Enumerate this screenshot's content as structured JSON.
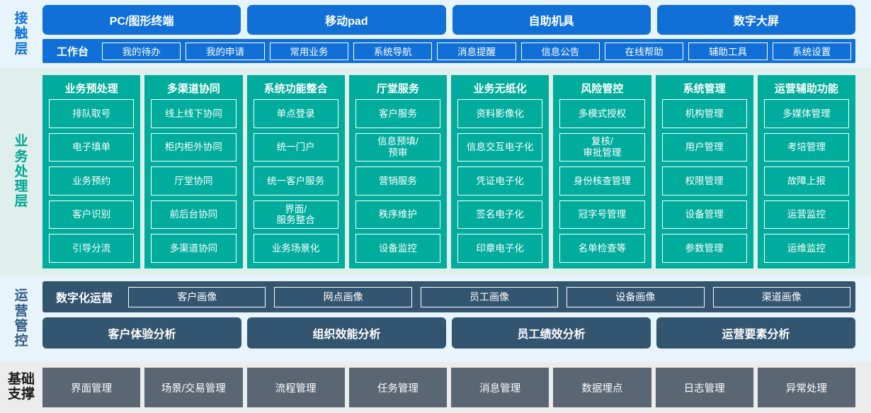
{
  "layers": [
    {
      "id": "contact",
      "label": "接触层",
      "channels": [
        "PC/图形终端",
        "移动pad",
        "自助机具",
        "数字大屏"
      ],
      "workbench": {
        "title": "工作台",
        "items": [
          "我的待办",
          "我的申请",
          "常用业务",
          "系统导航",
          "消息提醒",
          "信息公告",
          "在线帮助",
          "辅助工具",
          "系统设置"
        ]
      },
      "colors": {
        "background": "#e8f4fc",
        "accent": "#1070d8",
        "label": "#1070d8"
      }
    },
    {
      "id": "business",
      "label": "业务处理层",
      "columns": [
        {
          "title": "业务预处理",
          "items": [
            "排队取号",
            "电子填单",
            "业务预约",
            "客户识别",
            "引导分流"
          ]
        },
        {
          "title": "多渠道协同",
          "items": [
            "线上线下协同",
            "柜内柜外协同",
            "厅堂协同",
            "前后台协同",
            "多渠道协同"
          ]
        },
        {
          "title": "系统功能整合",
          "items": [
            "单点登录",
            "统一门户",
            "统一客户服务",
            "界面/服务整合",
            "业务场景化"
          ]
        },
        {
          "title": "厅堂服务",
          "items": [
            "客户服务",
            "信息预填/预审",
            "营销服务",
            "秩序维护",
            "设备监控"
          ]
        },
        {
          "title": "业务无纸化",
          "items": [
            "资料影像化",
            "信息交互电子化",
            "凭证电子化",
            "签名电子化",
            "印章电子化"
          ]
        },
        {
          "title": "风险管控",
          "items": [
            "多模式授权",
            "复核/审批管理",
            "身份核查管理",
            "冠字号管理",
            "名单检查等"
          ]
        },
        {
          "title": "系统管理",
          "items": [
            "机构管理",
            "用户管理",
            "权限管理",
            "设备管理",
            "参数管理"
          ]
        },
        {
          "title": "运营辅助功能",
          "items": [
            "多媒体管理",
            "考培管理",
            "故障上报",
            "运营监控",
            "运维监控"
          ]
        }
      ],
      "colors": {
        "background": "#dff0ec",
        "accent": "#00ac9c",
        "label": "#00a592"
      }
    },
    {
      "id": "operations",
      "label": "运营管控",
      "portrait": {
        "title": "数字化运营",
        "items": [
          "客户画像",
          "网点画像",
          "员工画像",
          "设备画像",
          "渠道画像"
        ]
      },
      "analysis": [
        "客户体验分析",
        "组织效能分析",
        "员工绩效分析",
        "运营要素分析"
      ],
      "colors": {
        "background": "#e8f4fc",
        "accent": "#34556f",
        "label": "#2f5c85"
      }
    },
    {
      "id": "foundation",
      "label": "基础支撑",
      "items": [
        "界面管理",
        "场景/交易管理",
        "流程管理",
        "任务管理",
        "消息管理",
        "数据埋点",
        "日志管理",
        "异常处理"
      ],
      "colors": {
        "background": "#ececec",
        "accent": "#5a6673",
        "label": "#1b1b1b"
      }
    }
  ]
}
